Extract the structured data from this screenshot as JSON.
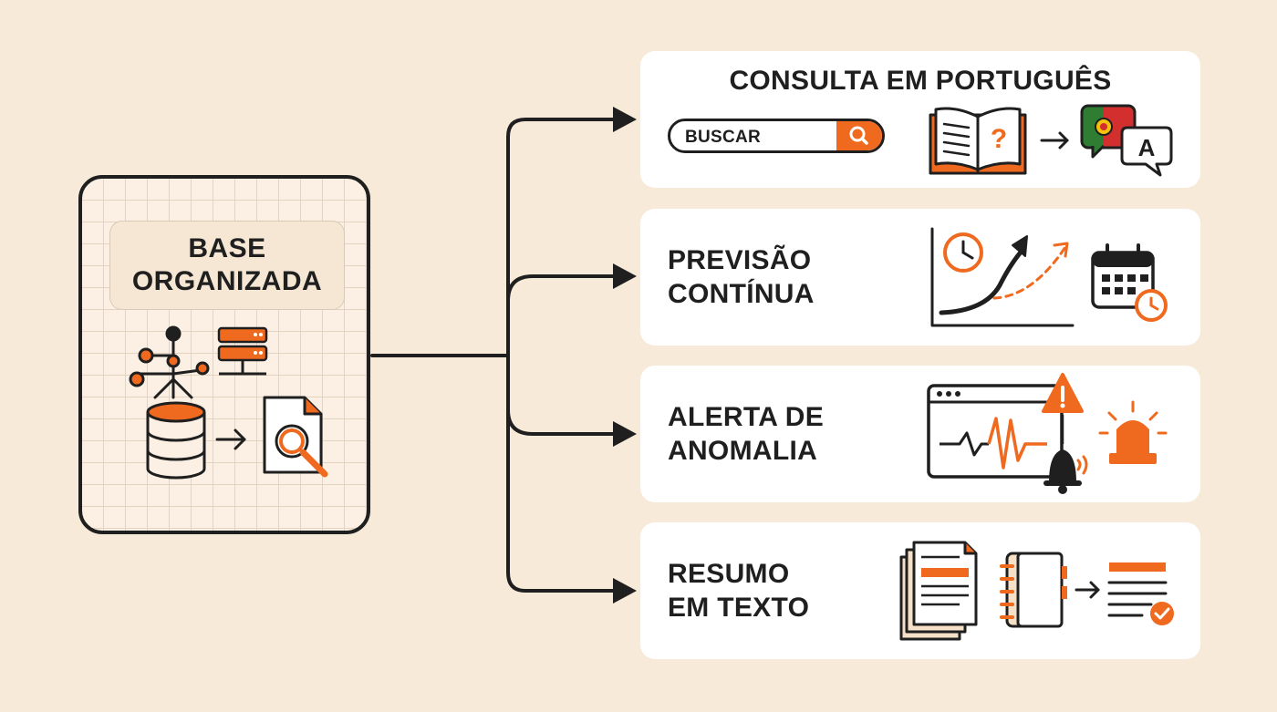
{
  "source": {
    "title_line1": "BASE",
    "title_line2": "ORGANIZADA",
    "icons": [
      "network-icon",
      "server-icon",
      "database-icon",
      "arrow-right-icon",
      "document-search-icon"
    ]
  },
  "cards": [
    {
      "title_line1": "CONSULTA EM PORTUGUÊS",
      "search_label": "BUSCAR",
      "icons": [
        "search-icon",
        "book-question-icon",
        "arrow-right-icon",
        "portugal-flag-icon",
        "chat-a-icon"
      ]
    },
    {
      "title_line1": "PREVISÃO",
      "title_line2": "CONTÍNUA",
      "icons": [
        "clock-icon",
        "trend-chart-icon",
        "calendar-clock-icon"
      ]
    },
    {
      "title_line1": "ALERTA DE",
      "title_line2": "ANOMALIA",
      "icons": [
        "monitor-wave-icon",
        "warning-icon",
        "bell-icon",
        "siren-icon"
      ]
    },
    {
      "title_line1": "RESUMO",
      "title_line2": "EM TEXTO",
      "icons": [
        "documents-stack-icon",
        "notebook-icon",
        "arrow-right-icon",
        "summary-check-icon"
      ]
    }
  ],
  "colors": {
    "background": "#f8ead9",
    "accent": "#ef6a1f",
    "ink": "#1f1f1f",
    "card": "#ffffff",
    "flag_green": "#2e7d32",
    "flag_red": "#d32f2f"
  }
}
